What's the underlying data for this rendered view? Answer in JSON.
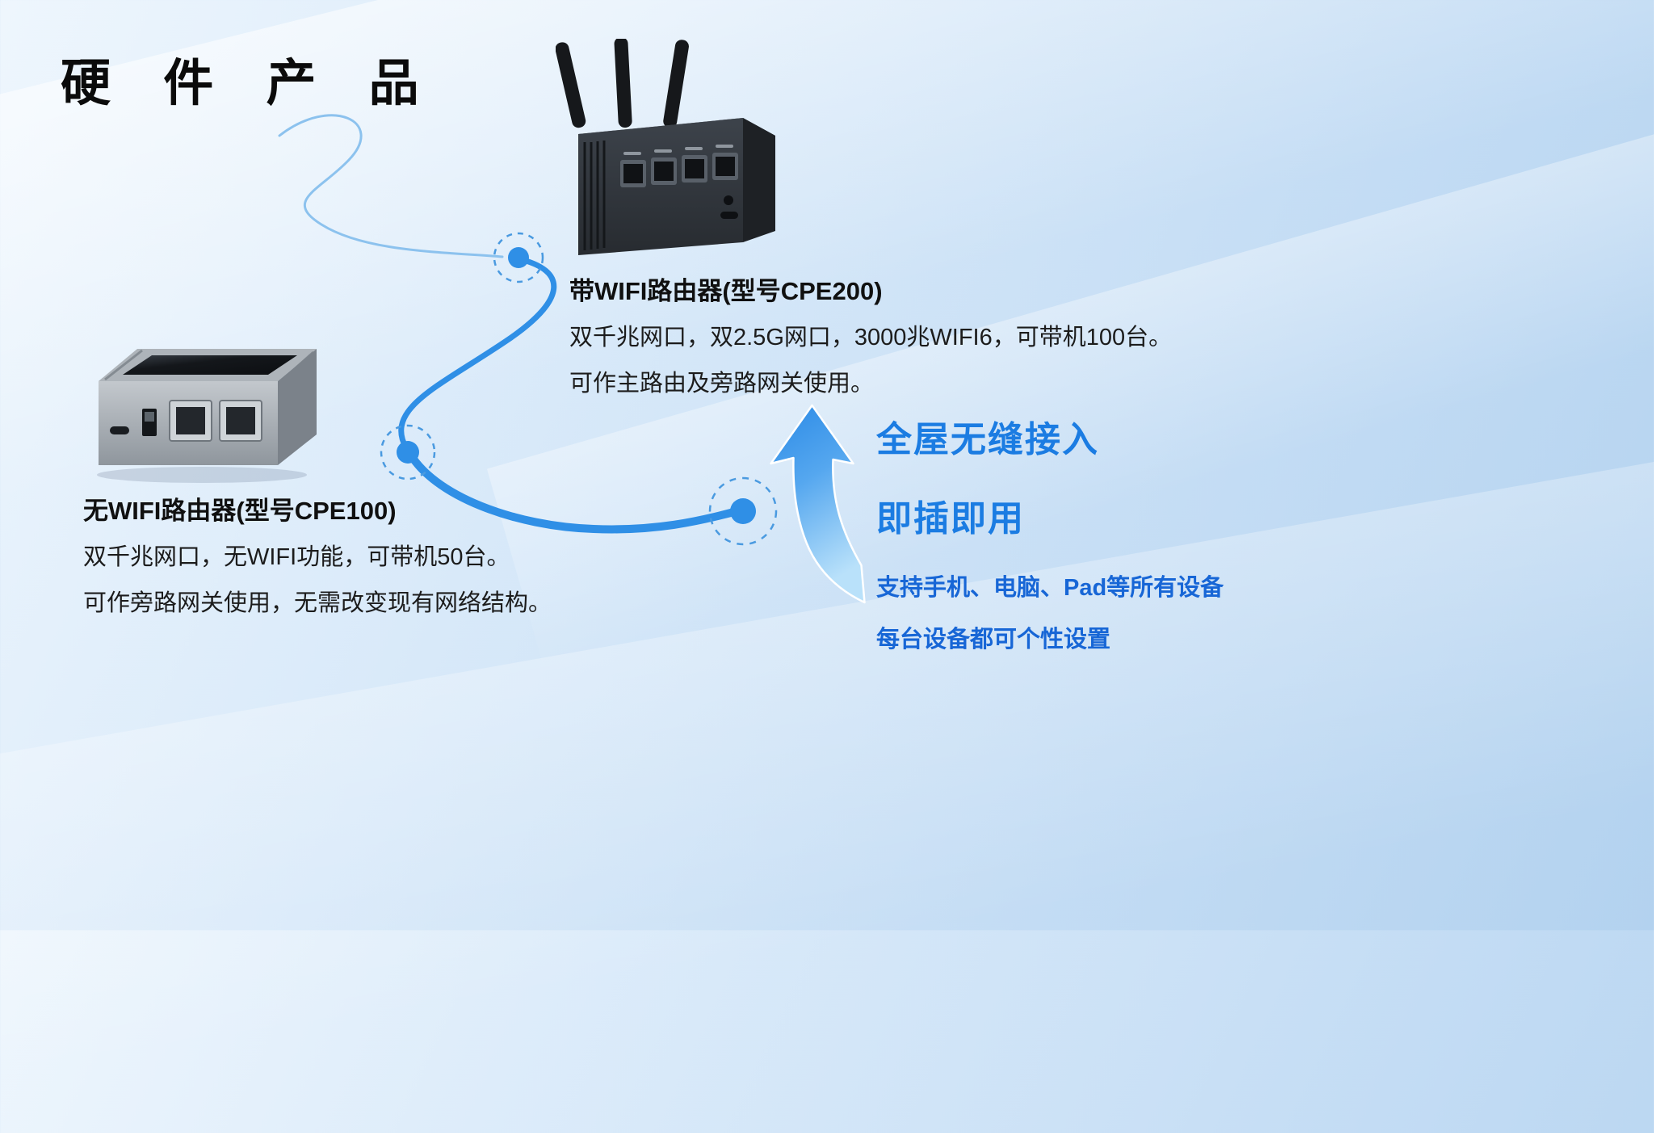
{
  "page": {
    "title": "硬 件 产 品"
  },
  "products": {
    "cpe200": {
      "name": "带WIFI路由器(型号CPE200)",
      "desc1": "双千兆网口，双2.5G网口，3000兆WIFI6，可带机100台。",
      "desc2": "可作主路由及旁路网关使用。"
    },
    "cpe100": {
      "name": "无WIFI路由器(型号CPE100)",
      "desc1": "双千兆网口，无WIFI功能，可带机50台。",
      "desc2": "可作旁路网关使用，无需改变现有网络结构。"
    }
  },
  "benefits": {
    "headline1": "全屋无缝接入",
    "headline2": "即插即用",
    "point1": "支持手机、电脑、Pad等所有设备",
    "point2": "每台设备都可个性设置"
  },
  "colors": {
    "accent_blue": "#1b7ce2",
    "line_blue": "#2f8fe6",
    "title_black": "#0b0b0b"
  }
}
